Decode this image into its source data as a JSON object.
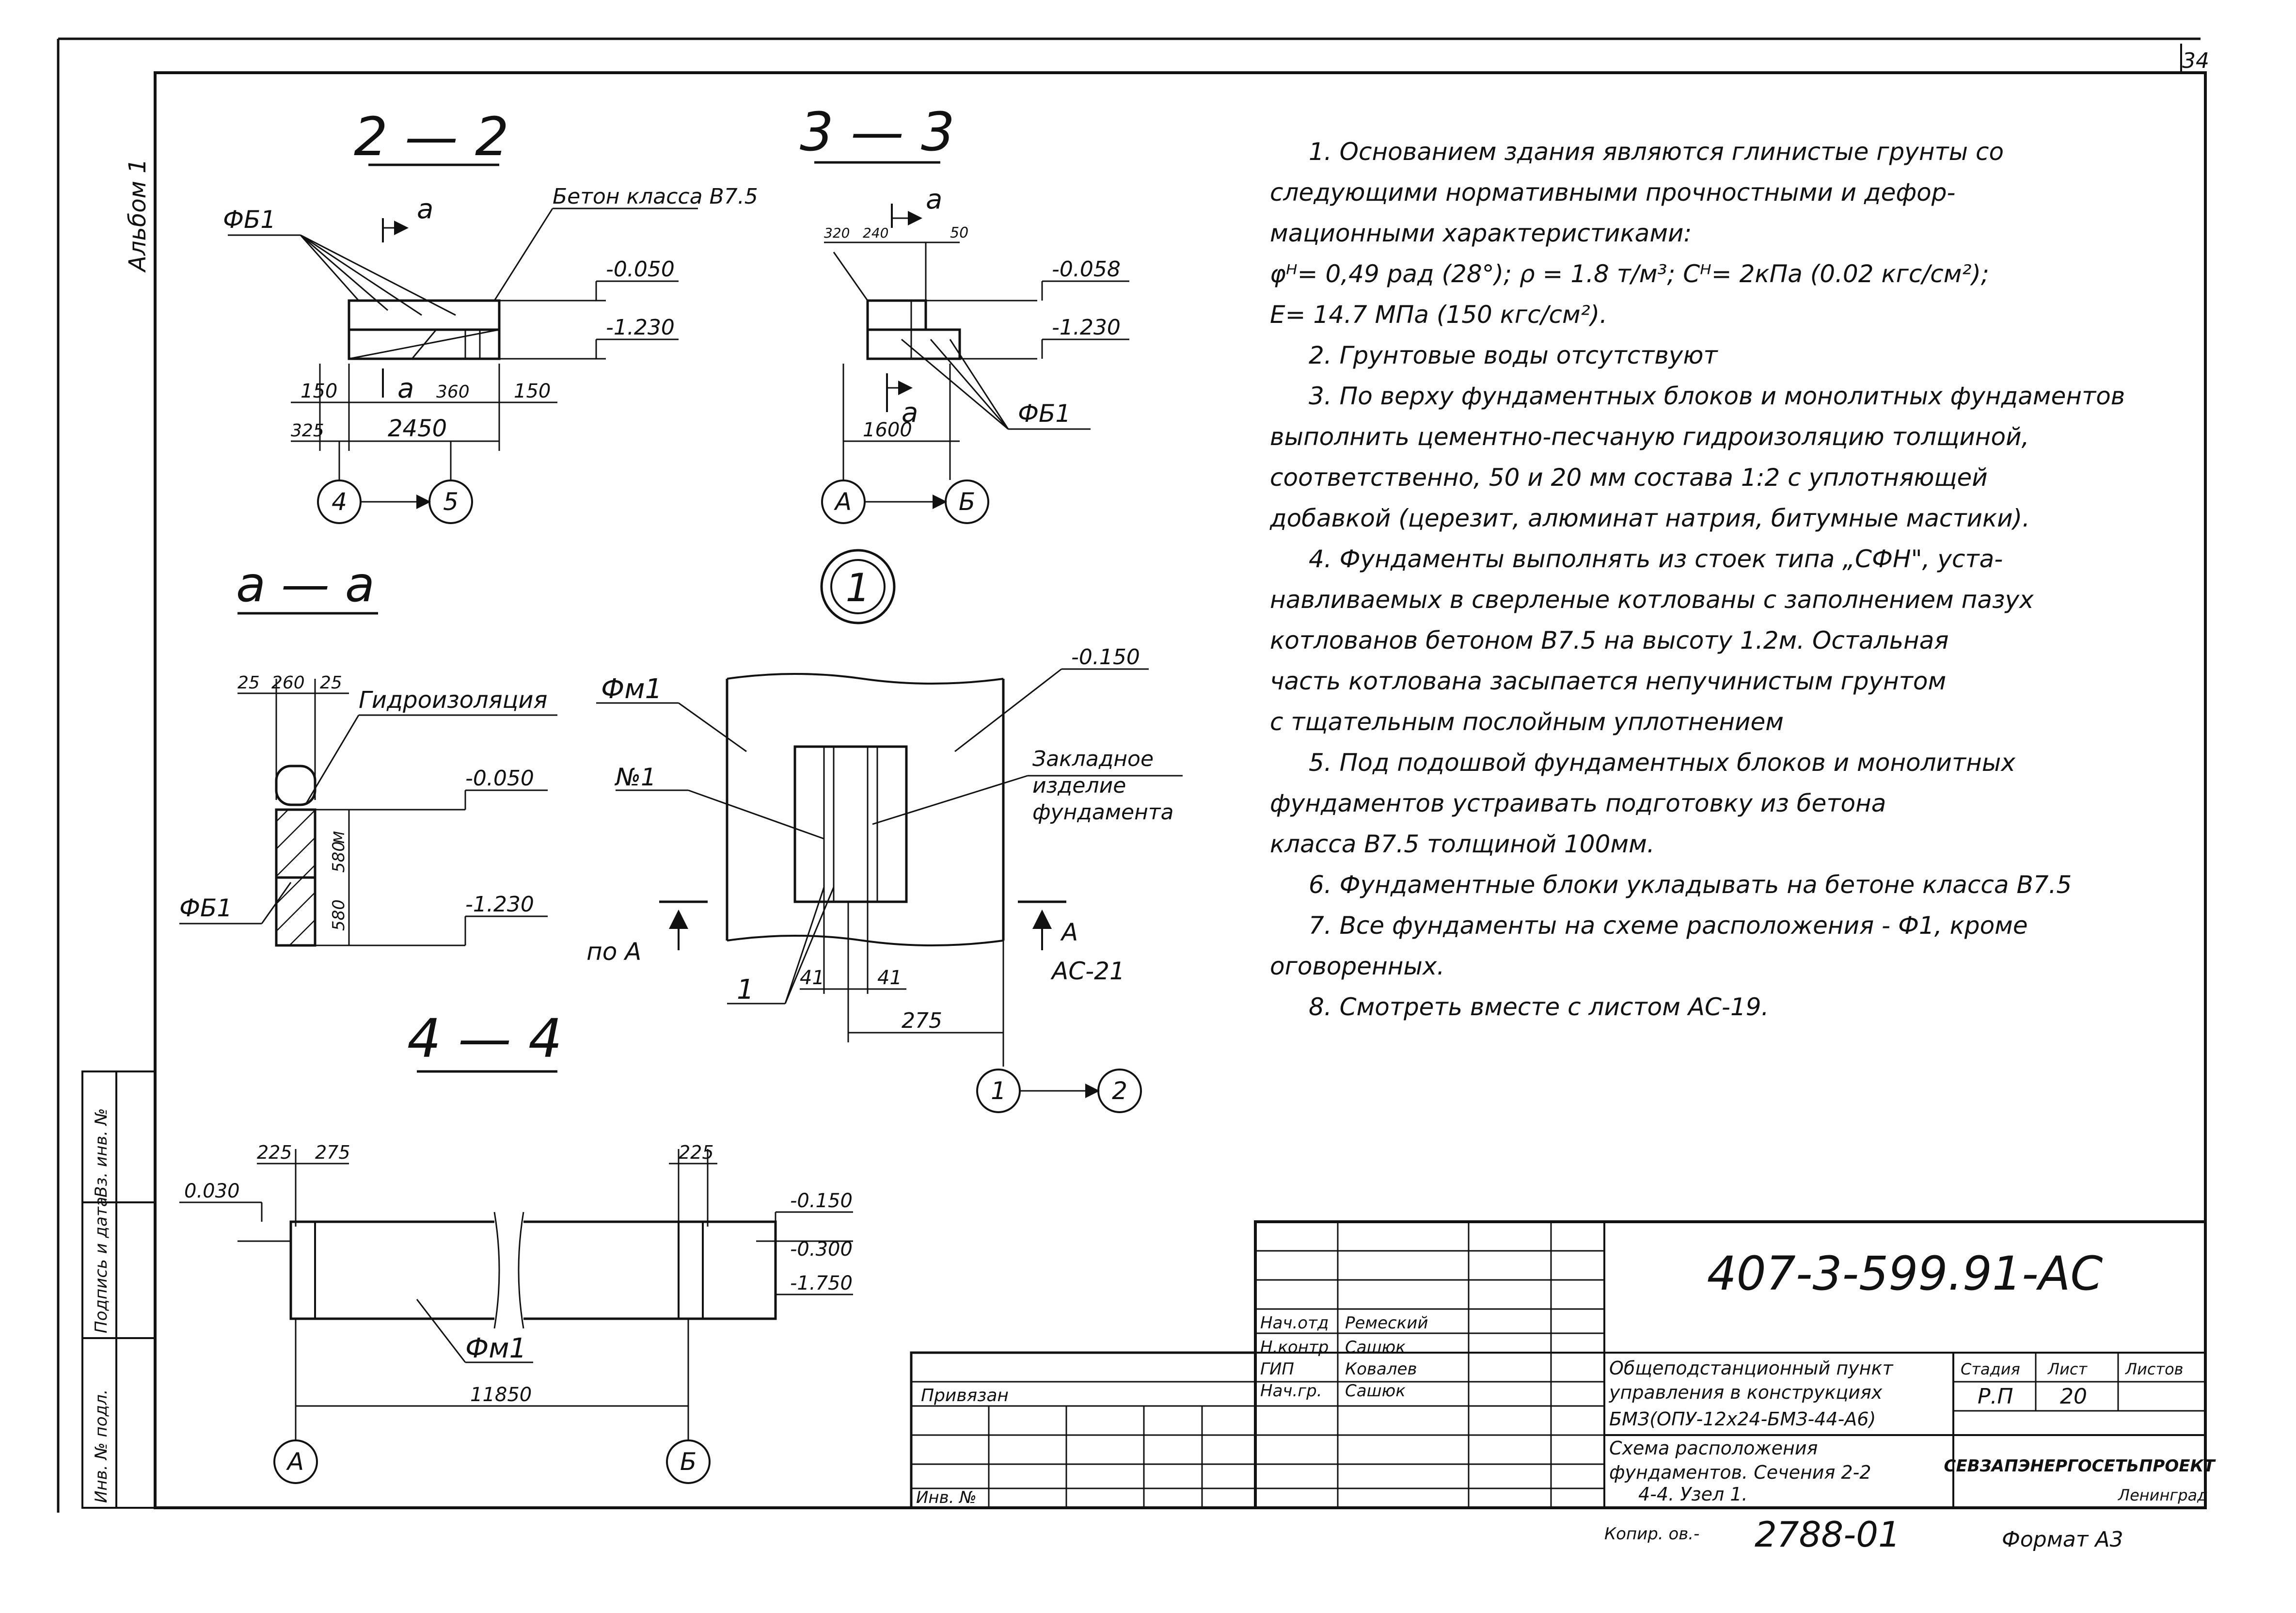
{
  "sheet": {
    "page_number": "34",
    "album_label": "Альбом 1",
    "colors": {
      "ink": "#111111",
      "paper": "#ffffff"
    }
  },
  "section_22": {
    "title": "2 — 2",
    "fb1": "ФБ1",
    "beton": "Бетон класса В7.5",
    "cut_a": "а",
    "lev1": "-0.050",
    "lev2": "-1.230",
    "dim_150_l": "150",
    "dim_360": "360",
    "dim_150_r": "150",
    "dim_325": "325",
    "dim_2450": "2450",
    "axis_left": "4",
    "axis_right": "5"
  },
  "section_33": {
    "title": "3 — 3",
    "cut_a": "а",
    "dim_320": "320",
    "dim_240": "240",
    "dim_50": "50",
    "lev1": "-0.058",
    "lev2": "-1.230",
    "fb1": "ФБ1",
    "dim_1600": "1600",
    "axis_left": "А",
    "axis_right": "Б"
  },
  "node_marker": "1",
  "section_aa": {
    "title": "а — а",
    "dim_25a": "25",
    "dim_260": "260",
    "dim_25b": "25",
    "hydro": "Гидроизоляция",
    "lev1": "-0.050",
    "lev2": "-1.230",
    "dim_580a": "580",
    "dim_580b": "580",
    "m_label": "М",
    "fb1": "ФБ1"
  },
  "node_1": {
    "fm1": "Фм1",
    "n1": "№1",
    "lev": "-0.150",
    "emb1": "Закладное",
    "emb2": "изделие",
    "emb3": "фундамента",
    "po_a": "по А",
    "a_right": "А",
    "ac21": "АС-21",
    "one": "1",
    "dim_41a": "41",
    "dim_41b": "41",
    "dim_275": "275",
    "axis_left": "1",
    "axis_right": "2"
  },
  "section_44": {
    "title": "4 — 4",
    "dim_225a": "225",
    "dim_275": "275",
    "dim_225b": "225",
    "lev_left": "0.030",
    "lev1": "-0.150",
    "lev2": "-0.300",
    "lev3": "-1.750",
    "fm1": "Фм1",
    "dim_11850": "11850",
    "axis_left": "А",
    "axis_right": "Б"
  },
  "notes": [
    "1. Основанием здания являются глинистые грунты со",
    "следующими нормативными прочностными и дефор-",
    "мационными характеристиками:",
    "φᴴ= 0,49 рад (28°);  ρ = 1.8 т/м³;  Cᴴ= 2кПа (0.02 кгс/см²);",
    "E= 14.7 МПа (150 кгс/см²).",
    "2. Грунтовые воды отсутствуют",
    "3. По верху фундаментных блоков и монолитных фундаментов",
    "выполнить цементно-песчаную гидроизоляцию толщиной,",
    "соответственно, 50 и 20 мм состава 1:2 с уплотняющей",
    "добавкой (церезит, алюминат натрия, битумные мастики).",
    "4. Фундаменты выполнять из стоек типа „СФН\", уста-",
    "навливаемых в сверленые котлованы с заполнением пазух",
    "котлованов бетоном В7.5 на высоту 1.2м. Остальная",
    "часть котлована засыпается непучинистым грунтом",
    "с тщательным послойным уплотнением",
    "5. Под подошвой фундаментных блоков и монолитных",
    "фундаментов устраивать подготовку из бетона",
    "класса В7.5 толщиной 100мм.",
    "6. Фундаментные блоки укладывать на бетоне класса В7.5",
    "7. Все фундаменты на схеме расположения - Ф1, кроме",
    "оговоренных.",
    "8. Смотреть вместе с листом АС-19."
  ],
  "side_stamp": {
    "inv_orig": "Инв. № подл.",
    "sign_date": "Подпись и дата",
    "inv_repl": "Вз. инв. №"
  },
  "title_block": {
    "doc_code": "407-3-599.91-АС",
    "privyazan": "Привязан",
    "inv_no": "Инв. №",
    "roles": [
      "Нач.отд",
      "Н.контр",
      "ГИП",
      "Нач.гр."
    ],
    "names": [
      "Ремеский",
      "Сашюк",
      "Ковалев",
      "Сашюк"
    ],
    "project_1": "Общеподстанционный пункт",
    "project_2": "управления в конструкциях",
    "project_3": "БМЗ(ОПУ-12х24-БМЗ-44-А6)",
    "sheet_1": "Схема расположения",
    "sheet_2": "фундаментов. Сечения 2-2",
    "sheet_3": "4-4. Узел 1.",
    "stage_h": "Стадия",
    "list_h": "Лист",
    "lists_h": "Листов",
    "stage": "Р.П",
    "list": "20",
    "org": "СЕВЗАПЭНЕРГОСЕТЬПРОЕКТ",
    "city": "Ленинград",
    "copied": "Копир. ов.-",
    "order_no": "2788-01",
    "format": "Формат А3"
  }
}
